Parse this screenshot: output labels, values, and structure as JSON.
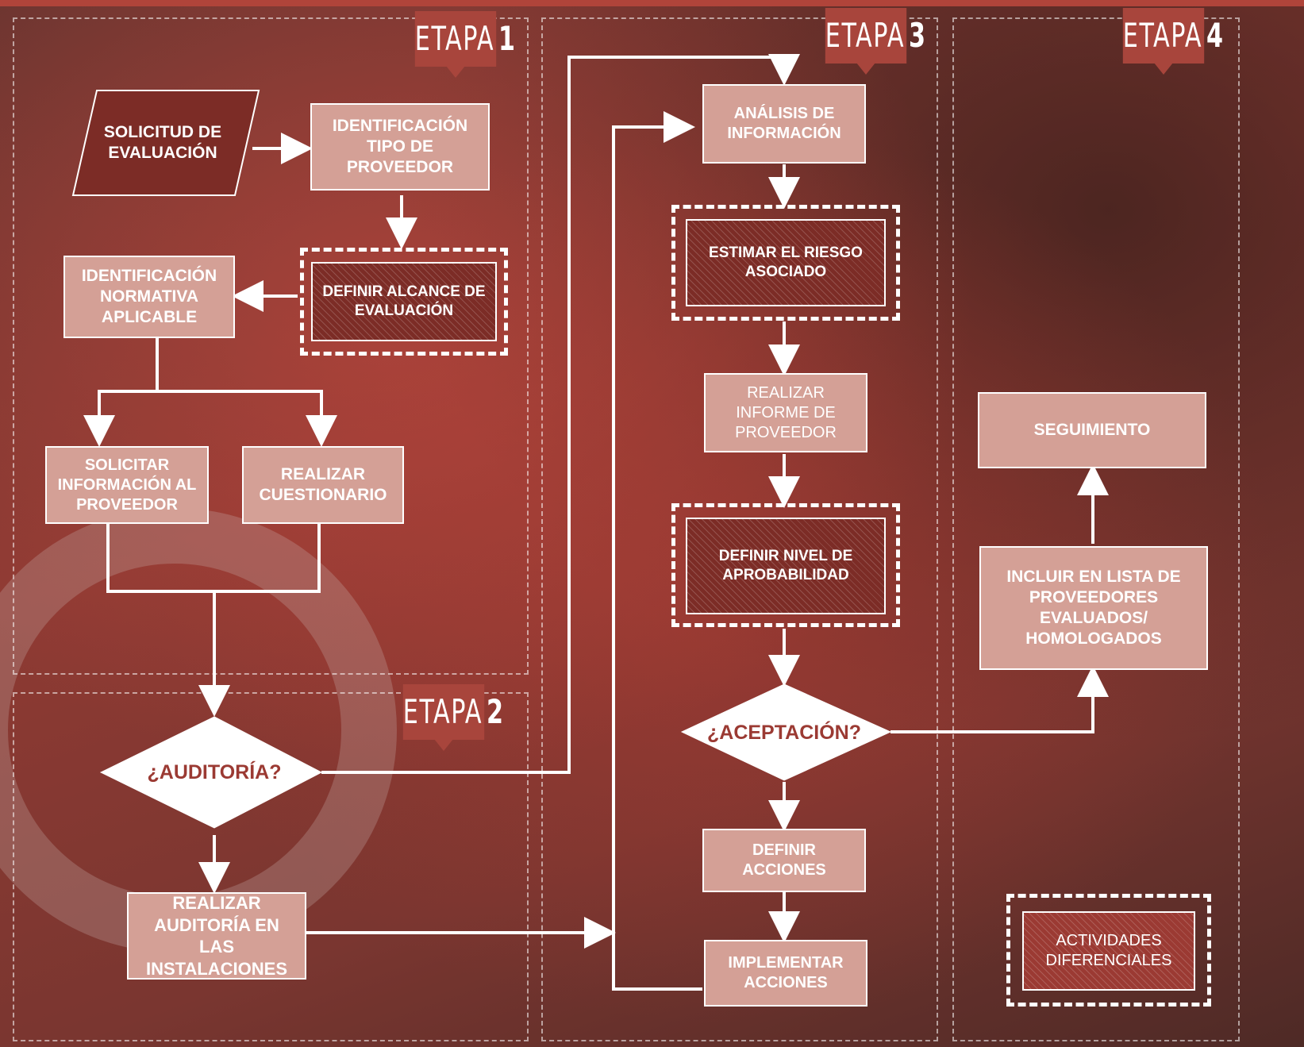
{
  "stages": {
    "etapa1": {
      "label": "ETAPA",
      "num": "1"
    },
    "etapa2": {
      "label": "ETAPA",
      "num": "2"
    },
    "etapa3": {
      "label": "ETAPA",
      "num": "3"
    },
    "etapa4": {
      "label": "ETAPA",
      "num": "4"
    }
  },
  "nodes": {
    "solicitud": "SOLICITUD DE EVALUACIÓN",
    "identificacion_tipo": "IDENTIFICACIÓN TIPO DE PROVEEDOR",
    "definir_alcance": "DEFINIR ALCANCE DE EVALUACIÓN",
    "identificacion_normativa": "IDENTIFICACIÓN NORMATIVA APLICABLE",
    "solicitar_info": "SOLICITAR INFORMACIÓN AL PROVEEDOR",
    "realizar_cuestionario": "REALIZAR CUESTIONARIO",
    "auditoria_q": "¿AUDITORÍA?",
    "realizar_auditoria": "REALIZAR AUDITORÍA EN LAS INSTALACIONES",
    "analisis": "ANÁLISIS DE INFORMACIÓN",
    "estimar_riesgo": "ESTIMAR EL RIESGO ASOCIADO",
    "realizar_informe": "REALIZAR INFORME DE PROVEEDOR",
    "definir_nivel": "DEFINIR NIVEL DE APROBABILIDAD",
    "aceptacion_q": "¿ACEPTACIÓN?",
    "definir_acciones": "DEFINIR ACCIONES",
    "implementar_acciones": "IMPLEMENTAR ACCIONES",
    "seguimiento": "SEGUIMIENTO",
    "incluir_lista": "INCLUIR EN LISTA DE PROVEEDORES EVALUADOS/ HOMOLOGADOS"
  },
  "legend": {
    "actividades": "ACTIVIDADES DIFERENCIALES"
  },
  "colors": {
    "light_box": "#d4a096",
    "dark_box": "#7c2c26",
    "stage_tab": "#a8453c",
    "diamond_text": "#9b3a33",
    "background": "#8e3a33"
  }
}
